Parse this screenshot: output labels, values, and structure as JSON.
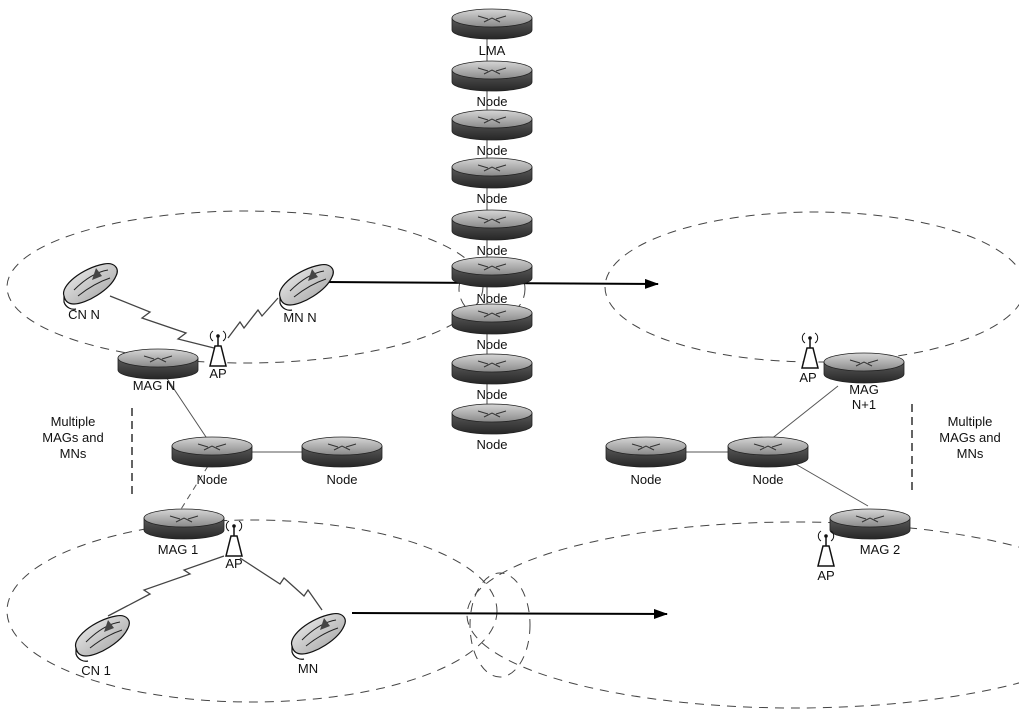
{
  "nodes": {
    "lma": "LMA",
    "chain": [
      "Node",
      "Node",
      "Node",
      "Node",
      "Node",
      "Node",
      "Node",
      "Node"
    ],
    "left_node_a": "Node",
    "left_node_b": "Node",
    "right_node_a": "Node",
    "right_node_b": "Node"
  },
  "mags": {
    "mag_n": "MAG N",
    "mag_1": "MAG 1",
    "mag_n1_line1": "MAG",
    "mag_n1_line2": "N+1",
    "mag_2": "MAG 2"
  },
  "access_points": {
    "ap_top_left": "AP",
    "ap_bottom_left": "AP",
    "ap_top_right": "AP",
    "ap_bottom_right": "AP"
  },
  "devices": {
    "cn_n": "CN N",
    "mn_n": "MN N",
    "cn_1": "CN 1",
    "mn": "MN"
  },
  "notes": {
    "left": [
      "Multiple",
      "MAGs and",
      "MNs"
    ],
    "right": [
      "Multiple",
      "MAGs and",
      "MNs"
    ]
  }
}
